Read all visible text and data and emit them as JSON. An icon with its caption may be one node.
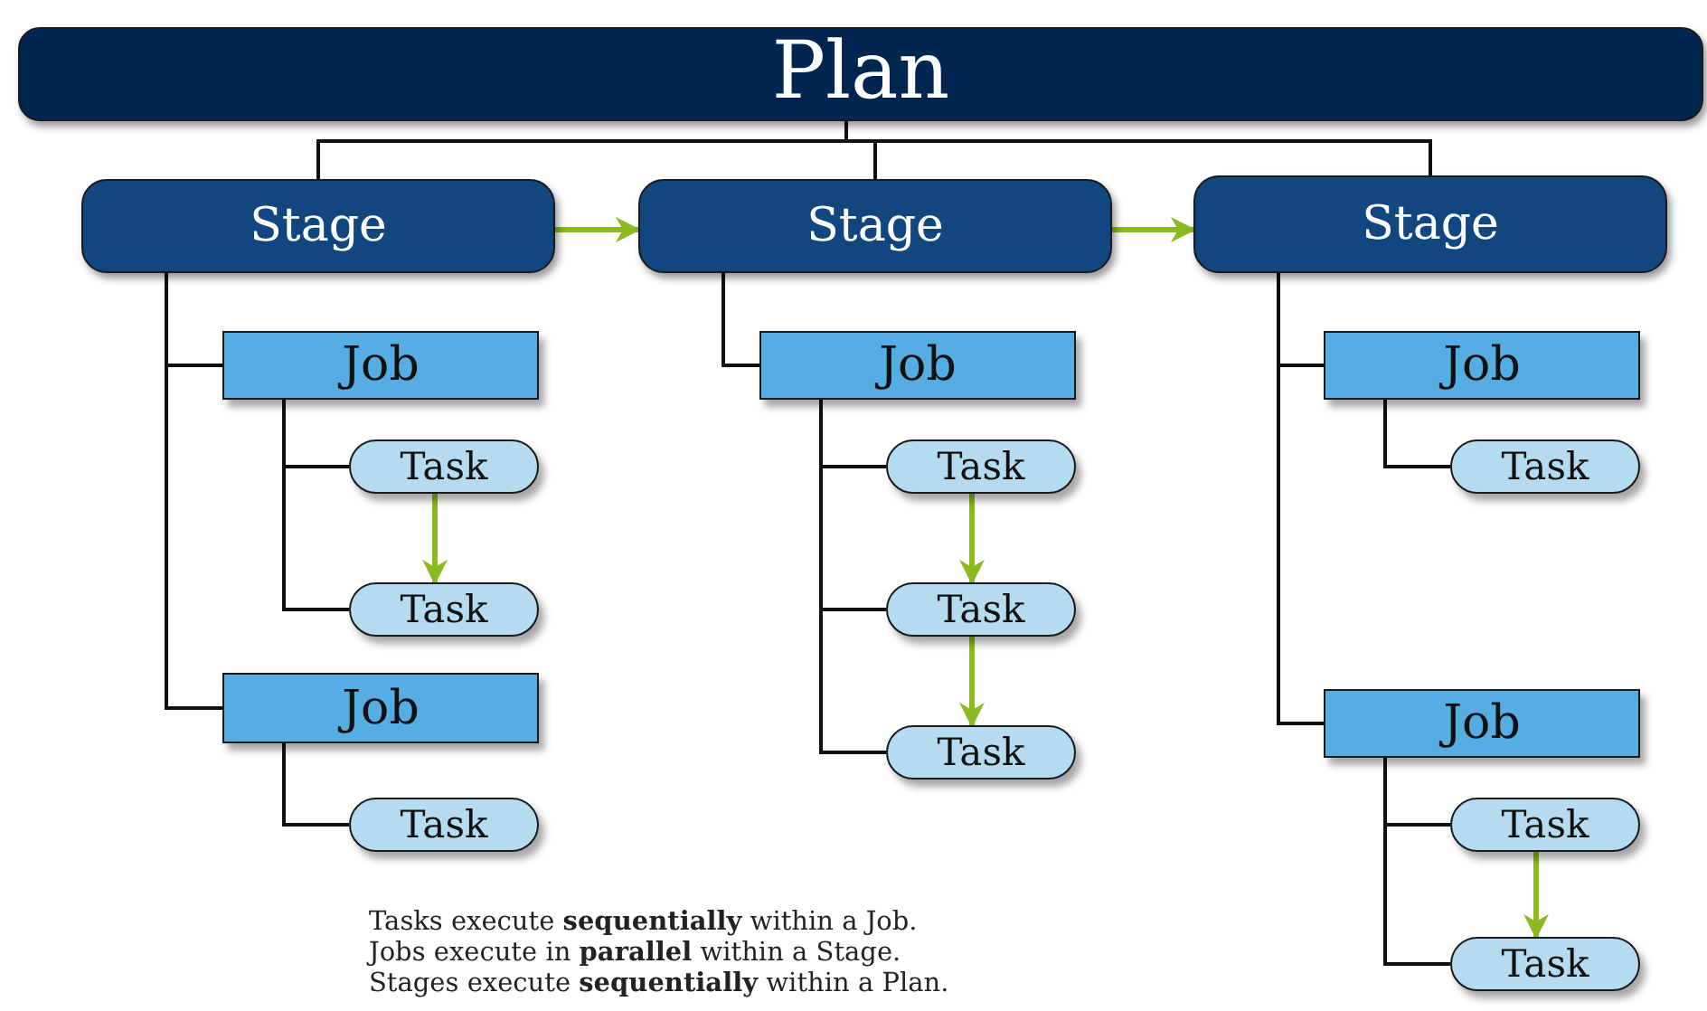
{
  "diagram": {
    "nodes": [
      {
        "text": [
          "Plan"
        ]
      },
      {
        "text": [
          "Stage"
        ]
      },
      {
        "text": [
          "Stage"
        ]
      },
      {
        "text": [
          "Stage"
        ]
      },
      {
        "text": [
          "Job"
        ]
      },
      {
        "text": [
          "Task"
        ]
      },
      {
        "text": [
          "Task"
        ]
      },
      {
        "text": [
          "Job"
        ]
      },
      {
        "text": [
          "Task"
        ]
      },
      {
        "text": [
          "Job"
        ]
      },
      {
        "text": [
          "Task"
        ]
      },
      {
        "text": [
          "Task"
        ]
      },
      {
        "text": [
          "Task"
        ]
      },
      {
        "text": [
          "Job"
        ]
      },
      {
        "text": [
          "Task"
        ]
      },
      {
        "text": [
          "Job"
        ]
      },
      {
        "text": [
          "Task"
        ]
      },
      {
        "text": [
          "Task"
        ]
      }
    ],
    "edges": [
      {
        "from": 0,
        "to": 1,
        "arrow": "none"
      },
      {
        "from": 0,
        "to": 2,
        "arrow": "none"
      },
      {
        "from": 0,
        "to": 3,
        "arrow": "none"
      },
      {
        "from": 1,
        "to": 2,
        "arrow": "to",
        "color": "#8ab920"
      },
      {
        "from": 2,
        "to": 3,
        "arrow": "to",
        "color": "#8ab920"
      },
      {
        "from": 1,
        "to": 4,
        "arrow": "none"
      },
      {
        "from": 4,
        "to": 5,
        "arrow": "none"
      },
      {
        "from": 4,
        "to": 6,
        "arrow": "none"
      },
      {
        "from": 5,
        "to": 6,
        "arrow": "to",
        "color": "#8ab920"
      },
      {
        "from": 1,
        "to": 7,
        "arrow": "none"
      },
      {
        "from": 7,
        "to": 8,
        "arrow": "none"
      },
      {
        "from": 2,
        "to": 9,
        "arrow": "none"
      },
      {
        "from": 9,
        "to": 10,
        "arrow": "none"
      },
      {
        "from": 9,
        "to": 11,
        "arrow": "none"
      },
      {
        "from": 9,
        "to": 12,
        "arrow": "none"
      },
      {
        "from": 10,
        "to": 11,
        "arrow": "to",
        "color": "#8ab920"
      },
      {
        "from": 11,
        "to": 12,
        "arrow": "to",
        "color": "#8ab920"
      },
      {
        "from": 3,
        "to": 13,
        "arrow": "none"
      },
      {
        "from": 13,
        "to": 14,
        "arrow": "none"
      },
      {
        "from": 3,
        "to": 15,
        "arrow": "none"
      },
      {
        "from": 15,
        "to": 16,
        "arrow": "none"
      },
      {
        "from": 15,
        "to": 17,
        "arrow": "none"
      },
      {
        "from": 16,
        "to": 17,
        "arrow": "to",
        "color": "#8ab920"
      }
    ],
    "labels": [
      "Tasks execute **sequentially** within a Job.",
      "Jobs execute in **parallel** within a Stage.",
      "Stages execute **sequentially** within a Plan."
    ]
  }
}
